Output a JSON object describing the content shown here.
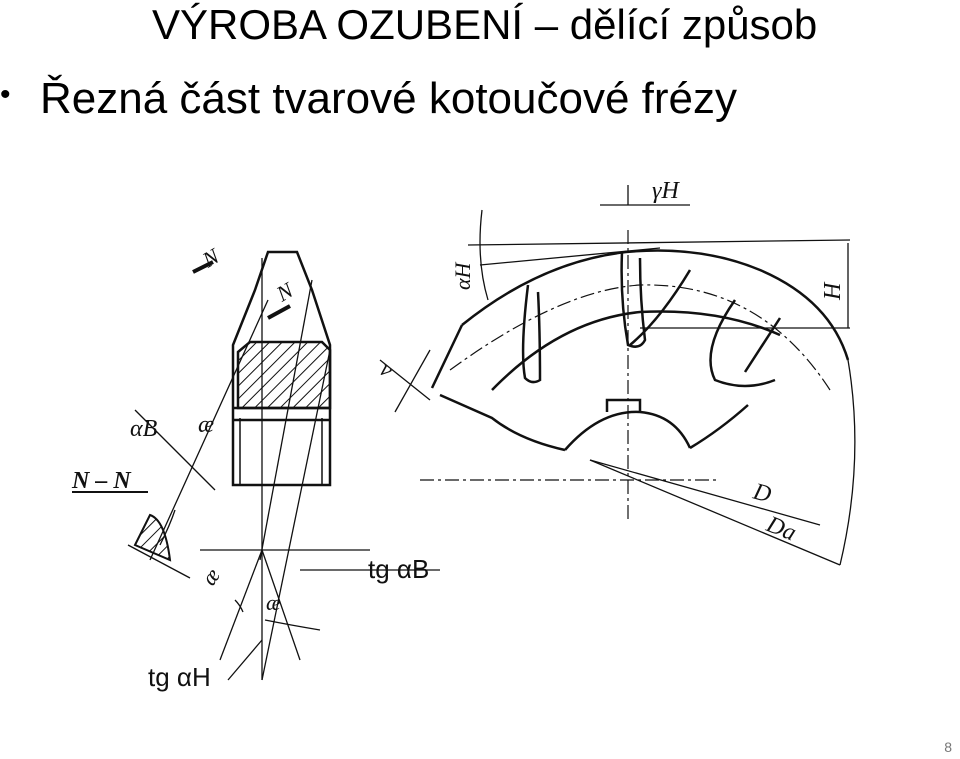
{
  "slide": {
    "title": "VÝROBA OZUBENÍ – dělící způsob",
    "bullet": "Řezná část tvarové kotoučové frézy",
    "page_number": "8"
  },
  "diagram": {
    "labels": {
      "section_n_top": "N",
      "section_n_mid": "N",
      "section_nn": "N – N",
      "alpha_b": "αB",
      "kappa_top": "æ",
      "kappa_left": "æ",
      "kappa_bottom": "æ",
      "tg_alpha_b": "tg αB",
      "tg_alpha_h": "tg αH",
      "gamma_h": "γH",
      "alpha_h": "αH",
      "h": "H",
      "v": "v",
      "d": "D",
      "da": "Da"
    }
  }
}
